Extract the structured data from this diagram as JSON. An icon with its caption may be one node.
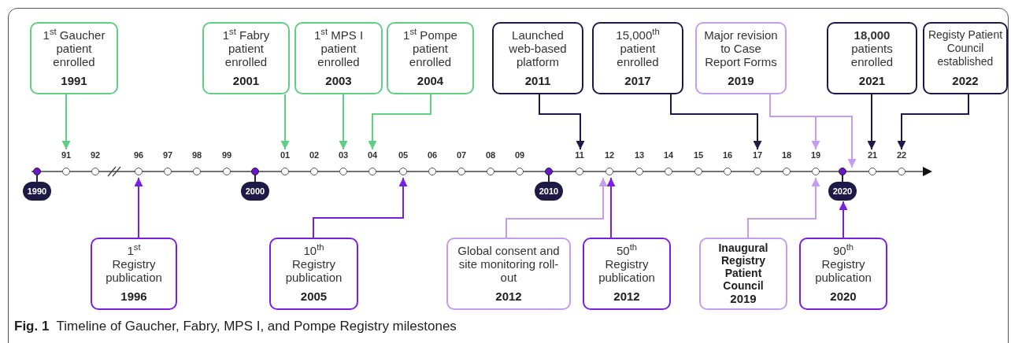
{
  "diagram": {
    "caption": "**Fig. 1**  Timeline of Gaucher, Fabry, MPS I, and Pompe Registry milestones",
    "nodes": [
      {
        "text": [
          "1$^{st}$ Gaucher patient enrolled",
          "1991"
        ]
      },
      {
        "text": [
          "1$^{st}$ Fabry patient enrolled",
          "2001"
        ]
      },
      {
        "text": [
          "1$^{st}$ MPS I patient enrolled",
          "2003"
        ]
      },
      {
        "text": [
          "1$^{st}$ Pompe patient enrolled",
          "2004"
        ]
      },
      {
        "text": [
          "Launched web-based platform",
          "2011"
        ]
      },
      {
        "text": [
          "15,000$^{th}$ patient enrolled",
          "2017"
        ]
      },
      {
        "text": [
          "Major revision to Case Report Forms",
          "2019"
        ]
      },
      {
        "text": [
          "**18,000** patients enrolled",
          "2021"
        ]
      },
      {
        "text": [
          "Registy Patient Council established",
          "2022"
        ]
      },
      {
        "text": [
          "1990"
        ]
      },
      {
        "text": [
          "91"
        ]
      },
      {
        "text": [
          "92"
        ]
      },
      {
        "text": [
          "96"
        ]
      },
      {
        "text": [
          "97"
        ]
      },
      {
        "text": [
          "98"
        ]
      },
      {
        "text": [
          "99"
        ]
      },
      {
        "text": [
          "2000"
        ]
      },
      {
        "text": [
          "01"
        ]
      },
      {
        "text": [
          "02"
        ]
      },
      {
        "text": [
          "03"
        ]
      },
      {
        "text": [
          "04"
        ]
      },
      {
        "text": [
          "05"
        ]
      },
      {
        "text": [
          "06"
        ]
      },
      {
        "text": [
          "07"
        ]
      },
      {
        "text": [
          "08"
        ]
      },
      {
        "text": [
          "09"
        ]
      },
      {
        "text": [
          "2010"
        ]
      },
      {
        "text": [
          "11"
        ]
      },
      {
        "text": [
          "12"
        ]
      },
      {
        "text": [
          "13"
        ]
      },
      {
        "text": [
          "14"
        ]
      },
      {
        "text": [
          "15"
        ]
      },
      {
        "text": [
          "16"
        ]
      },
      {
        "text": [
          "17"
        ]
      },
      {
        "text": [
          "18"
        ]
      },
      {
        "text": [
          "19"
        ]
      },
      {
        "text": [
          "2020"
        ]
      },
      {
        "text": [
          "21"
        ]
      },
      {
        "text": [
          "22"
        ]
      },
      {
        "text": [
          "1$^{st}$ Registry publication",
          "1996"
        ]
      },
      {
        "text": [
          "10$^{th}$ Registry publication",
          "2005"
        ]
      },
      {
        "text": [
          "Global consent and site monitoring roll-out",
          "2012"
        ]
      },
      {
        "text": [
          "50$^{th}$ Registry publication",
          "2012"
        ]
      },
      {
        "text": [
          "Inaugural Registry Patient Council",
          "2019"
        ]
      },
      {
        "text": [
          "90$^{th}$ Registry publication",
          "2020"
        ]
      }
    ],
    "edges": [
      {
        "from": 0,
        "to": 10,
        "arrow": "to",
        "color": "#5fcf86"
      },
      {
        "from": 1,
        "to": 17,
        "arrow": "to",
        "color": "#5fcf86"
      },
      {
        "from": 2,
        "to": 19,
        "arrow": "to",
        "color": "#5fcf86"
      },
      {
        "from": 3,
        "to": 20,
        "arrow": "to",
        "color": "#5fcf86"
      },
      {
        "from": 4,
        "to": 27,
        "arrow": "to",
        "color": "#1e1a47"
      },
      {
        "from": 5,
        "to": 33,
        "arrow": "to",
        "color": "#1e1a47"
      },
      {
        "from": 6,
        "to": 35,
        "arrow": "to",
        "color": "#c49df0"
      },
      {
        "from": 6,
        "to": 36,
        "arrow": "to",
        "color": "#c49df0"
      },
      {
        "from": 7,
        "to": 37,
        "arrow": "to",
        "color": "#1e1a47"
      },
      {
        "from": 8,
        "to": 38,
        "arrow": "to",
        "color": "#1e1a47"
      },
      {
        "from": 39,
        "to": 12,
        "arrow": "to",
        "color": "#7a1fe0"
      },
      {
        "from": 40,
        "to": 21,
        "arrow": "to",
        "color": "#7a1fe0"
      },
      {
        "from": 41,
        "to": 28,
        "arrow": "to",
        "color": "#c49df0"
      },
      {
        "from": 42,
        "to": 28,
        "arrow": "to",
        "color": "#7a1fe0"
      },
      {
        "from": 43,
        "to": 35,
        "arrow": "to",
        "color": "#c49df0"
      },
      {
        "from": 44,
        "to": 36,
        "arrow": "to",
        "color": "#7a1fe0"
      }
    ]
  }
}
